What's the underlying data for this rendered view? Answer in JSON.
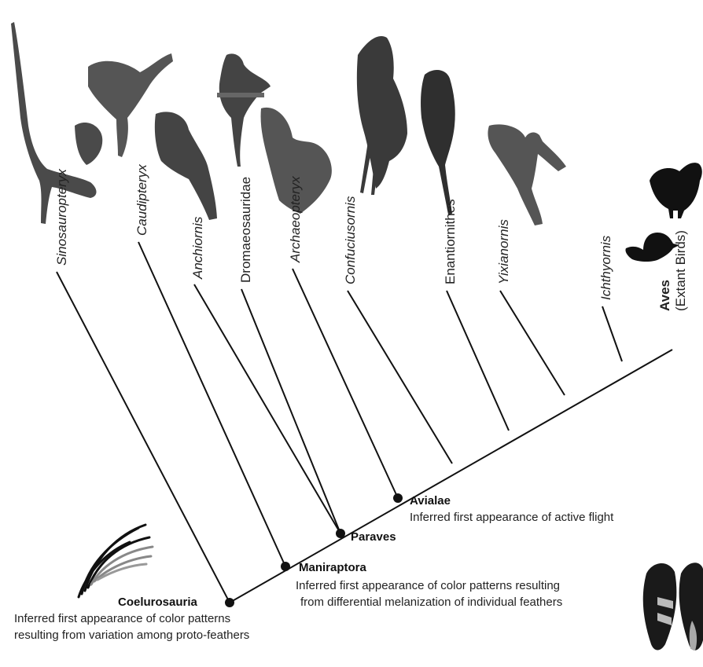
{
  "taxa": [
    {
      "id": "sinosauropteryx",
      "label": "Sinosauropteryx",
      "italic": true
    },
    {
      "id": "caudipteryx",
      "label": "Caudipteryx",
      "italic": true
    },
    {
      "id": "anchiornis",
      "label": "Anchiornis",
      "italic": true
    },
    {
      "id": "dromaeosauridae",
      "label": "Dromaeosauridae",
      "italic": false
    },
    {
      "id": "archaeopteryx",
      "label": "Archaeopteryx",
      "italic": true
    },
    {
      "id": "confuciusornis",
      "label": "Confuciusornis",
      "italic": true
    },
    {
      "id": "enantiornithes",
      "label": "Enantiornithes",
      "italic": false
    },
    {
      "id": "yixianornis",
      "label": "Yixianornis",
      "italic": true
    },
    {
      "id": "ichthyornis",
      "label": "Ichthyornis",
      "italic": true
    }
  ],
  "aves": {
    "label": "Aves",
    "sublabel": "(Extant Birds)"
  },
  "nodes": {
    "coelurosauria": {
      "label": "Coelurosauria",
      "note_line1": "Inferred first appearance of color patterns",
      "note_line2": "resulting from variation among proto-feathers"
    },
    "maniraptora": {
      "label": "Maniraptora",
      "note_line1": "Inferred first appearance of color patterns resulting",
      "note_line2": "from differential melanization of individual feathers"
    },
    "paraves": {
      "label": "Paraves"
    },
    "avialae": {
      "label": "Avialae",
      "note_line1": "Inferred first appearance of active flight"
    }
  },
  "colors": {
    "line": "#111111",
    "node": "#111111",
    "fossil": "#3a3a3a",
    "silhouette": "#111111"
  }
}
